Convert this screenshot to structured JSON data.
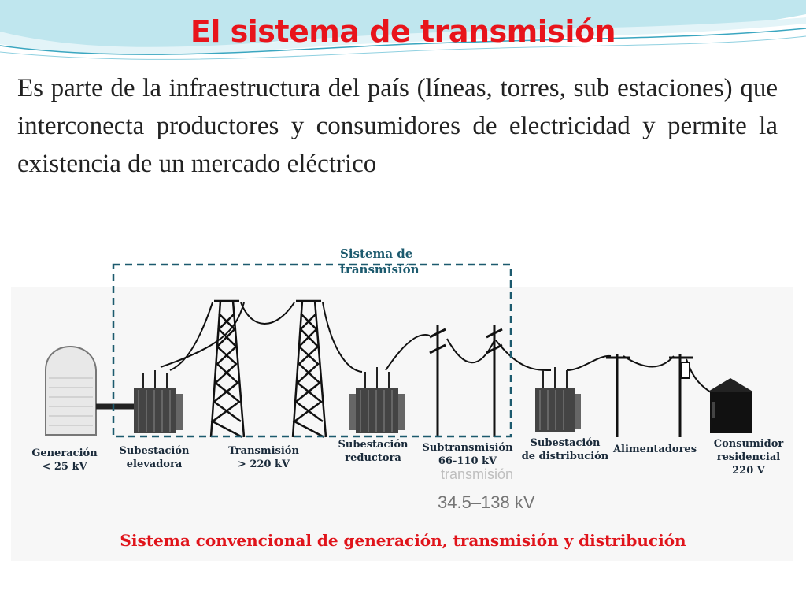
{
  "title": "El sistema de transmisión",
  "paragraph": "Es parte de la infraestructura del país (líneas, torres, sub estaciones) que interconecta productores y consumidores de electricidad y permite la existencia de un mercado eléctrico",
  "diagram": {
    "system_label_line1": "Sistema de",
    "system_label_line2": "transmisión",
    "stages": [
      {
        "line1": "Generación",
        "line2": "< 25 kV"
      },
      {
        "line1": "Subestación",
        "line2": "elevadora"
      },
      {
        "line1": "Transmisión",
        "line2": "> 220 kV"
      },
      {
        "line1": "Subestación",
        "line2": "reductora"
      },
      {
        "line1": "Subtransmisión",
        "line2": "66-110 kV"
      },
      {
        "line1": "Subestación",
        "line2": "de distribución"
      },
      {
        "line1": "Alimentadores",
        "line2": ""
      },
      {
        "line1": "Consumidor",
        "line2": "residencial",
        "line3": "220 V"
      }
    ],
    "background_text": [
      "transmisión",
      "34.5–138 kV"
    ]
  },
  "caption": "Sistema convencional de generación, transmisión y distribución",
  "colors": {
    "title": "#e8141b",
    "accent": "#1c5a6e",
    "caption": "#e0141b"
  }
}
